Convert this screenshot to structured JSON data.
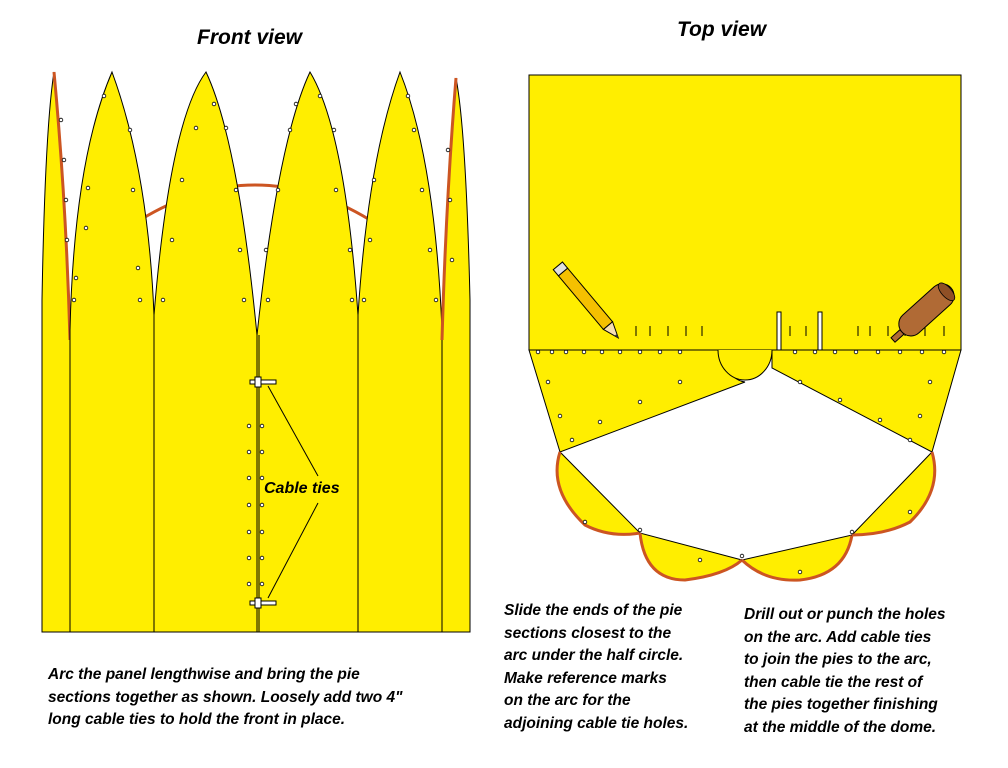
{
  "front": {
    "title": "Front view",
    "callout": "Cable ties",
    "caption": "Arc the panel lengthwise and bring the pie\nsections together as shown. Loosely add two 4\"\nlong cable ties to hold the front in place."
  },
  "top": {
    "title": "Top view",
    "caption_left": "Slide the ends of the pie\nsections closest to the\narc under the half circle.\nMake reference marks\non the arc for the\nadjoining cable tie holes.",
    "caption_right": "Drill out or punch the holes\non the arc. Add cable ties\nto join the pies to the arc,\nthen cable tie the rest of\nthe pies together finishing\nat the middle of the dome."
  },
  "colors": {
    "panel": "#ffee00",
    "outline": "#000000",
    "edge": "#cc5522",
    "pencil_body": "#f5c000",
    "rolling_pin": "#b06a35"
  },
  "icons": [
    "pencil-icon",
    "rolling-pin-icon",
    "cable-tie-icon"
  ]
}
